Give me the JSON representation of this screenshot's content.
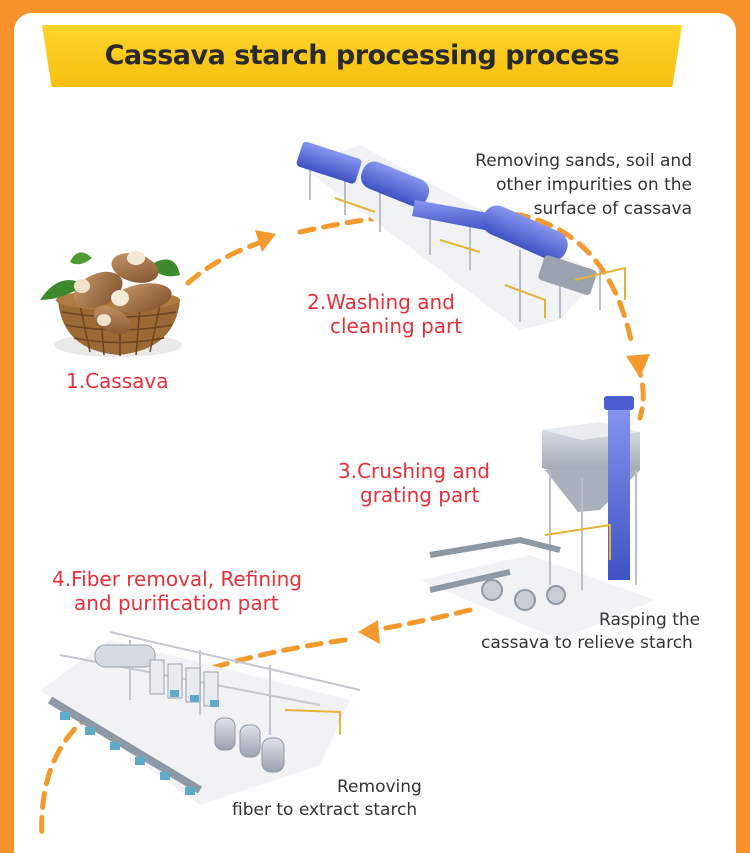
{
  "title": "Cassava starch processing process",
  "steps": [
    {
      "label": "1.Cassava",
      "description": []
    },
    {
      "label": "2.Washing and\ncleaning part",
      "description": [
        "Removing sands, soil and",
        "other impurities on the",
        "surface of cassava"
      ]
    },
    {
      "label": "3.Crushing and\ngrating part",
      "description": [
        "Rasping the",
        "cassava to relieve starch"
      ]
    },
    {
      "label": "4.Fiber removal, Refining\nand purification part",
      "description": [
        "Removing",
        "fiber to extract starch"
      ]
    }
  ],
  "colors": {
    "background": "#f7922a",
    "banner": "#ffd42a",
    "step_label": "#e8303a",
    "arrow": "#f29a2e",
    "machine": "#5a6fd6"
  },
  "icons": [
    "cassava-basket-image",
    "washing-machine-image",
    "crushing-machine-image",
    "refining-machine-image"
  ]
}
